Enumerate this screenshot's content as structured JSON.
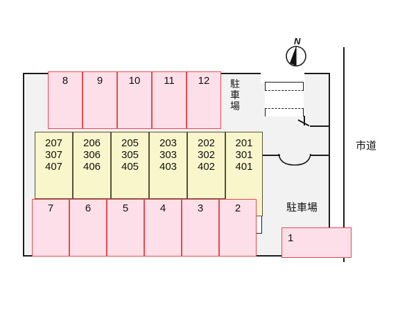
{
  "site": {
    "north_marker": "N",
    "road_label": "市道",
    "parking_label_top": "駐車場",
    "parking_label_bottom": "駐車場"
  },
  "parking_top": {
    "stalls": [
      {
        "number": "8"
      },
      {
        "number": "9"
      },
      {
        "number": "10"
      },
      {
        "number": "11"
      },
      {
        "number": "12"
      }
    ]
  },
  "parking_bottom": {
    "stalls": [
      {
        "number": "7"
      },
      {
        "number": "6"
      },
      {
        "number": "5"
      },
      {
        "number": "4"
      },
      {
        "number": "3"
      },
      {
        "number": "2"
      }
    ]
  },
  "parking_right": {
    "stalls": [
      {
        "number": "1"
      }
    ]
  },
  "building": {
    "units": [
      {
        "floor2": "207",
        "floor3": "307",
        "floor4": "407"
      },
      {
        "floor2": "206",
        "floor3": "306",
        "floor4": "406"
      },
      {
        "floor2": "205",
        "floor3": "305",
        "floor4": "405"
      },
      {
        "floor2": "203",
        "floor3": "303",
        "floor4": "403"
      },
      {
        "floor2": "202",
        "floor3": "302",
        "floor4": "402"
      },
      {
        "floor2": "201",
        "floor3": "301",
        "floor4": "401"
      }
    ]
  },
  "colors": {
    "stall_fill": "#fcdfe8",
    "stall_border": "#e8484f",
    "unit_fill": "#f9f6cc",
    "unit_border": "#555038",
    "site_fill": "#f2f2f2",
    "outline": "#1a1a1a"
  }
}
